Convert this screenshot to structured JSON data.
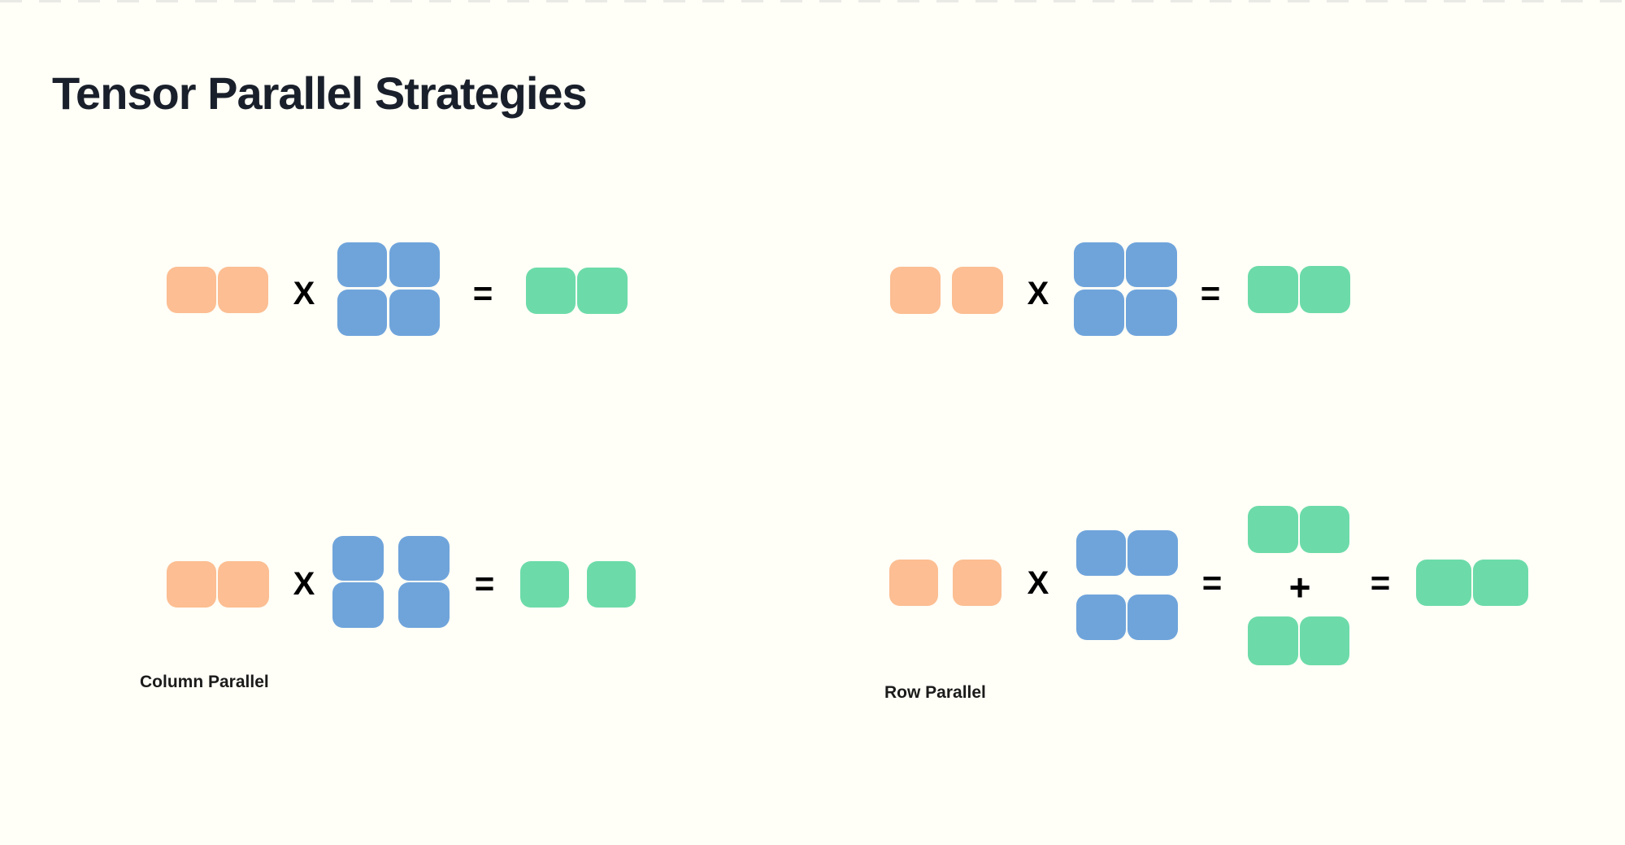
{
  "page": {
    "title": "Tensor Parallel Strategies",
    "background": "#FFFEF7"
  },
  "colors": {
    "background": "#FFFEF7",
    "top_dash": "#E9E9E6",
    "title_text": "#1A202B",
    "label_text": "#1B1B1B",
    "operator_text": "#000000",
    "input_block": "#FCBE92",
    "weight_block": "#6FA4DB",
    "output_block": "#6CDBA9"
  },
  "operators": {
    "multiply": "X",
    "equals": "=",
    "plus": "+"
  },
  "diagrams": {
    "top_left": {
      "input_blocks": 2,
      "input_split": "joined pair (1x2)",
      "weight_blocks": 4,
      "weight_split": "joined 2x2 grid",
      "output_blocks": 2,
      "output_split": "joined pair (1x2)"
    },
    "top_right": {
      "input_blocks": 2,
      "input_split": "separated pair (1x2)",
      "weight_blocks": 4,
      "weight_split": "joined 2x2 grid",
      "output_blocks": 2,
      "output_split": "joined pair (1x2)"
    },
    "column_parallel": {
      "label": "Column Parallel",
      "input_blocks": 2,
      "input_split": "joined pair (1x2)",
      "weight_blocks": 4,
      "weight_split": "2x2 grid split into two columns",
      "output_blocks": 2,
      "output_split": "two separated output blocks"
    },
    "row_parallel": {
      "label": "Row Parallel",
      "input_blocks": 2,
      "input_split": "separated pair (1x2)",
      "weight_blocks": 4,
      "weight_split": "2x2 grid split into two rows",
      "output_blocks": 6,
      "output_split": "two partial pairs summed into final joined pair"
    }
  }
}
